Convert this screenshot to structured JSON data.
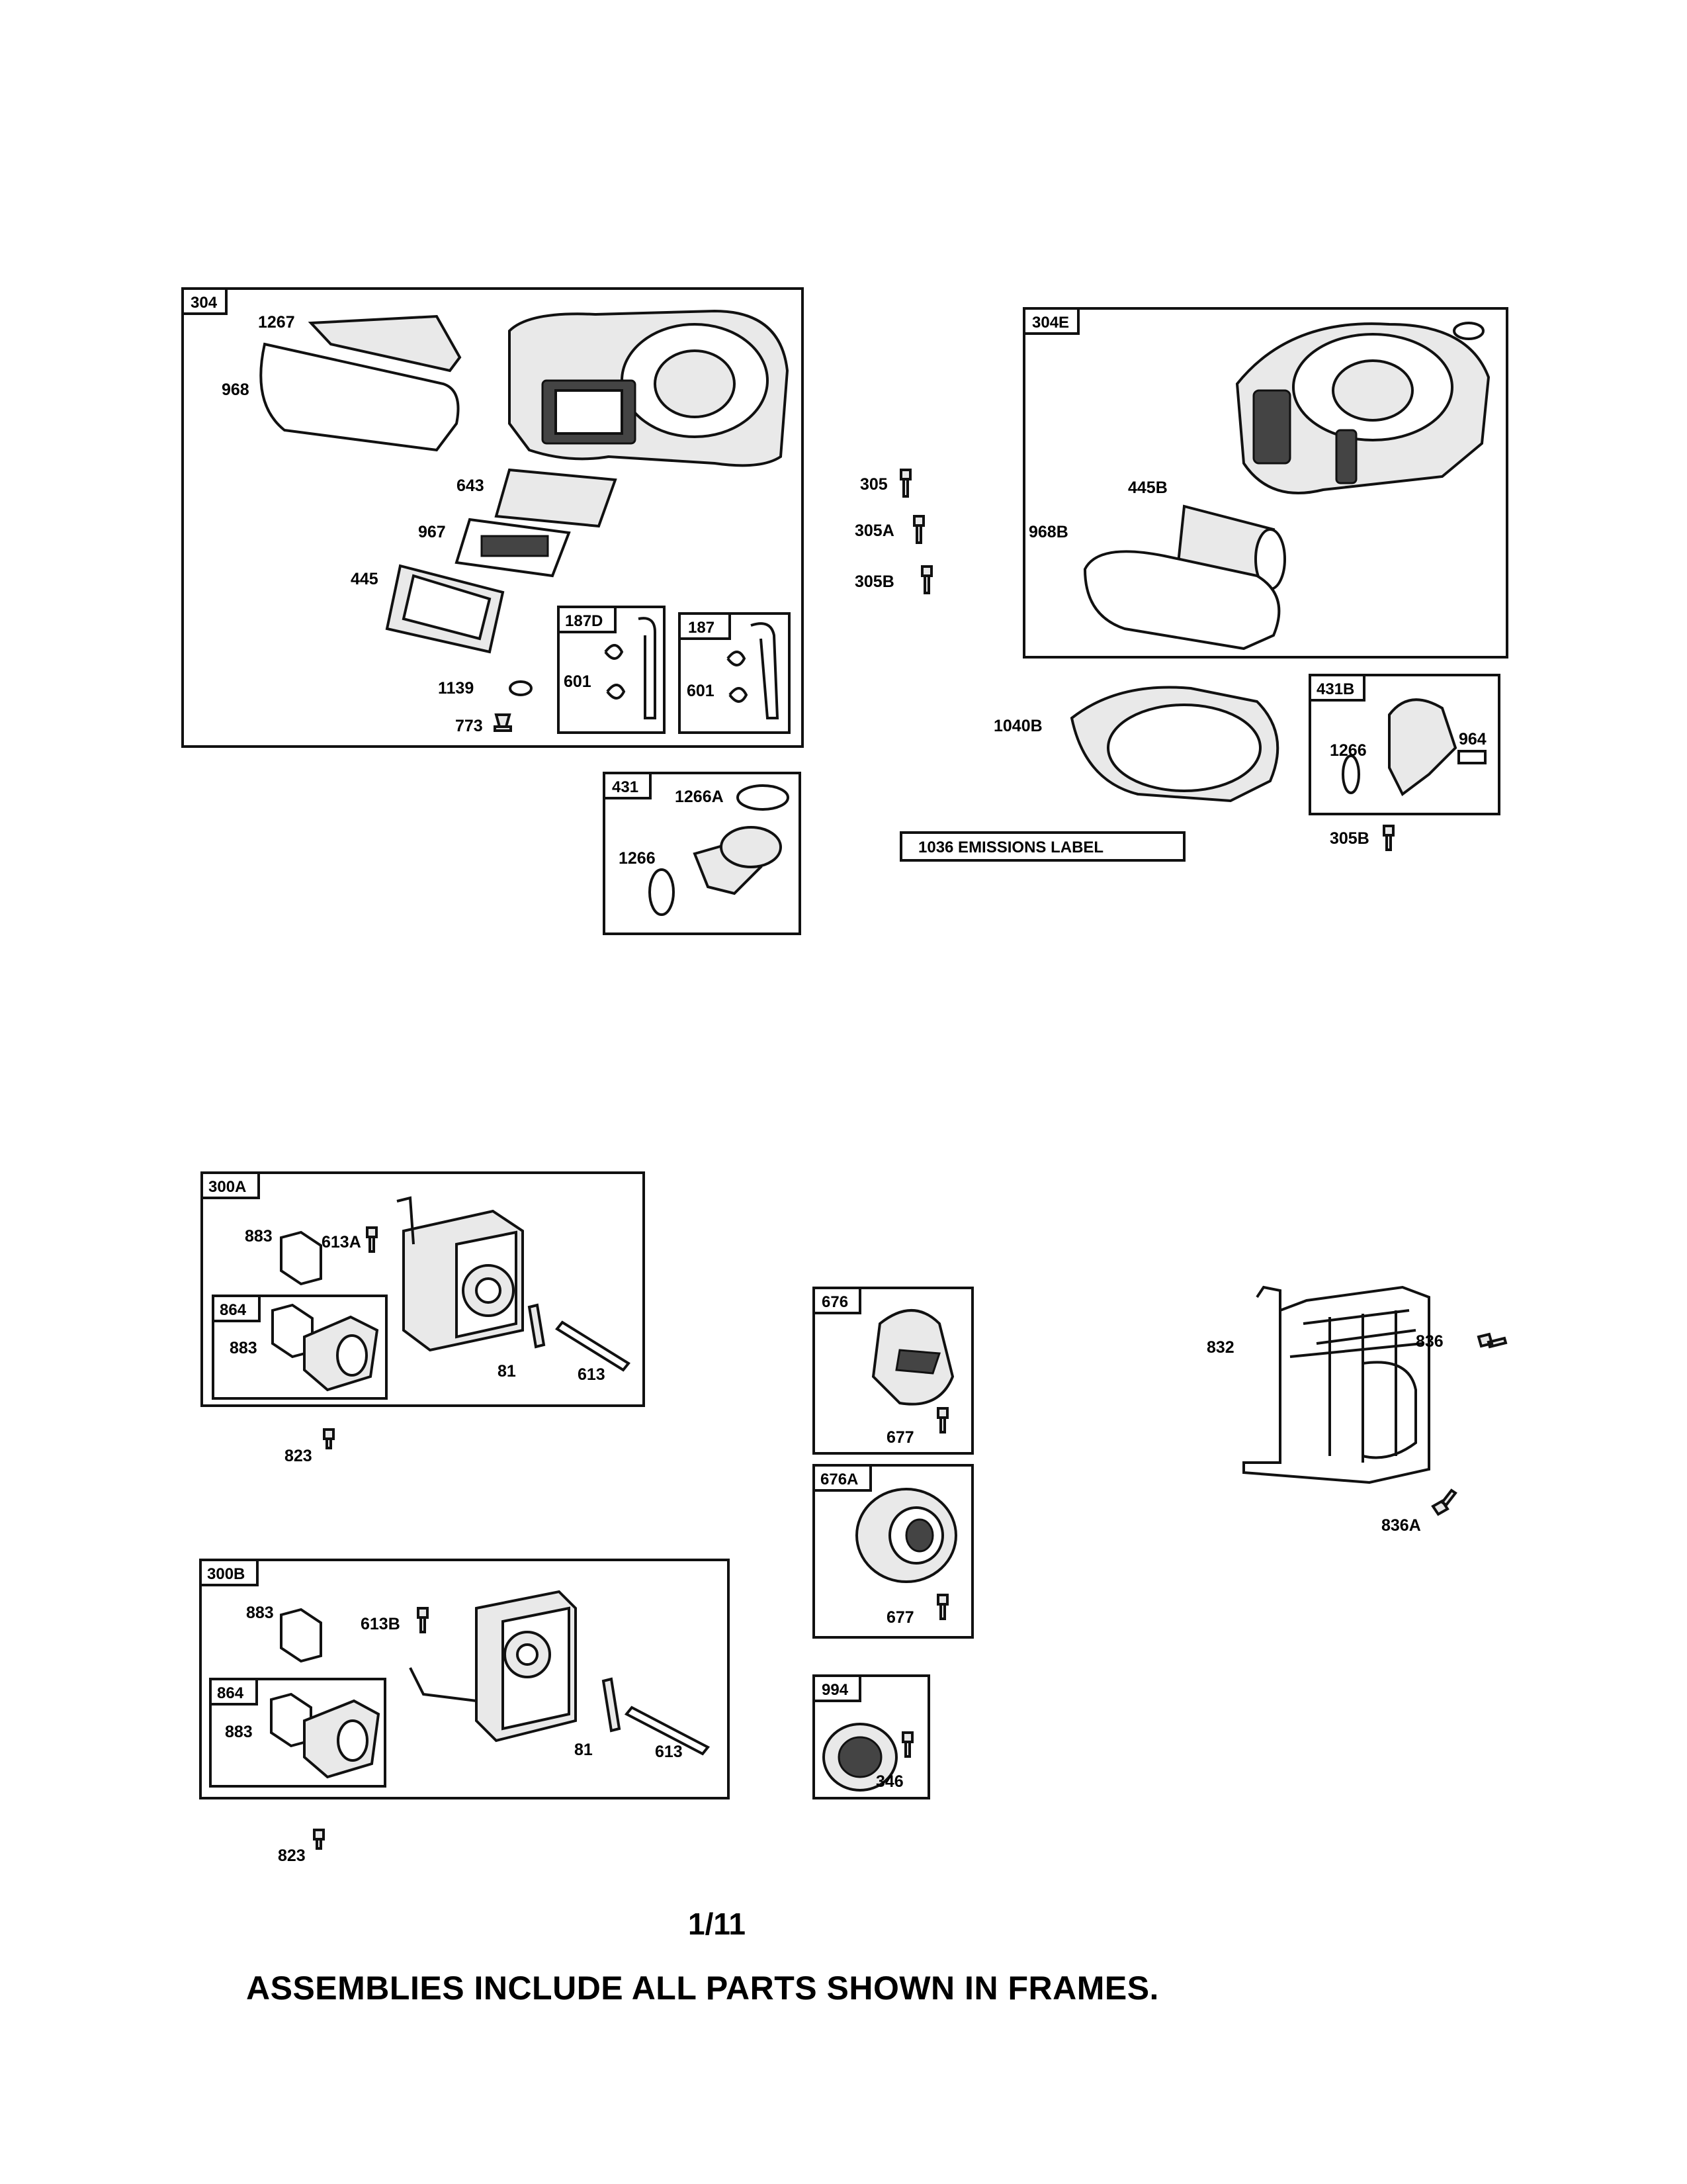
{
  "frames": {
    "f304": "304",
    "f304E": "304E",
    "f187D": "187D",
    "f187": "187",
    "f431": "431",
    "f431B": "431B",
    "f300A": "300A",
    "f864a": "864",
    "f300B": "300B",
    "f864b": "864",
    "f676": "676",
    "f676A": "676A",
    "f994": "994"
  },
  "labels": {
    "l1267": "1267",
    "l968": "968",
    "l643": "643",
    "l967": "967",
    "l445": "445",
    "l1139": "1139",
    "l773": "773",
    "l601a": "601",
    "l601b": "601",
    "l1266A": "1266A",
    "l1266a": "1266",
    "l305": "305",
    "l305A": "305A",
    "l305B": "305B",
    "l445B": "445B",
    "l968B": "968B",
    "l1040B": "1040B",
    "l1266b": "1266",
    "l964": "964",
    "l305B2": "305B",
    "l883a": "883",
    "l613A": "613A",
    "l883b": "883",
    "l81a": "81",
    "l613a": "613",
    "l823a": "823",
    "l883c": "883",
    "l613B": "613B",
    "l883d": "883",
    "l81b": "81",
    "l613b": "613",
    "l823b": "823",
    "l677a": "677",
    "l677b": "677",
    "l346": "346",
    "l832": "832",
    "l836": "836",
    "l836A": "836A"
  },
  "emissions_label": "1036 EMISSIONS LABEL",
  "page_number": "1/11",
  "footer_note": "ASSEMBLIES INCLUDE ALL PARTS SHOWN IN FRAMES."
}
